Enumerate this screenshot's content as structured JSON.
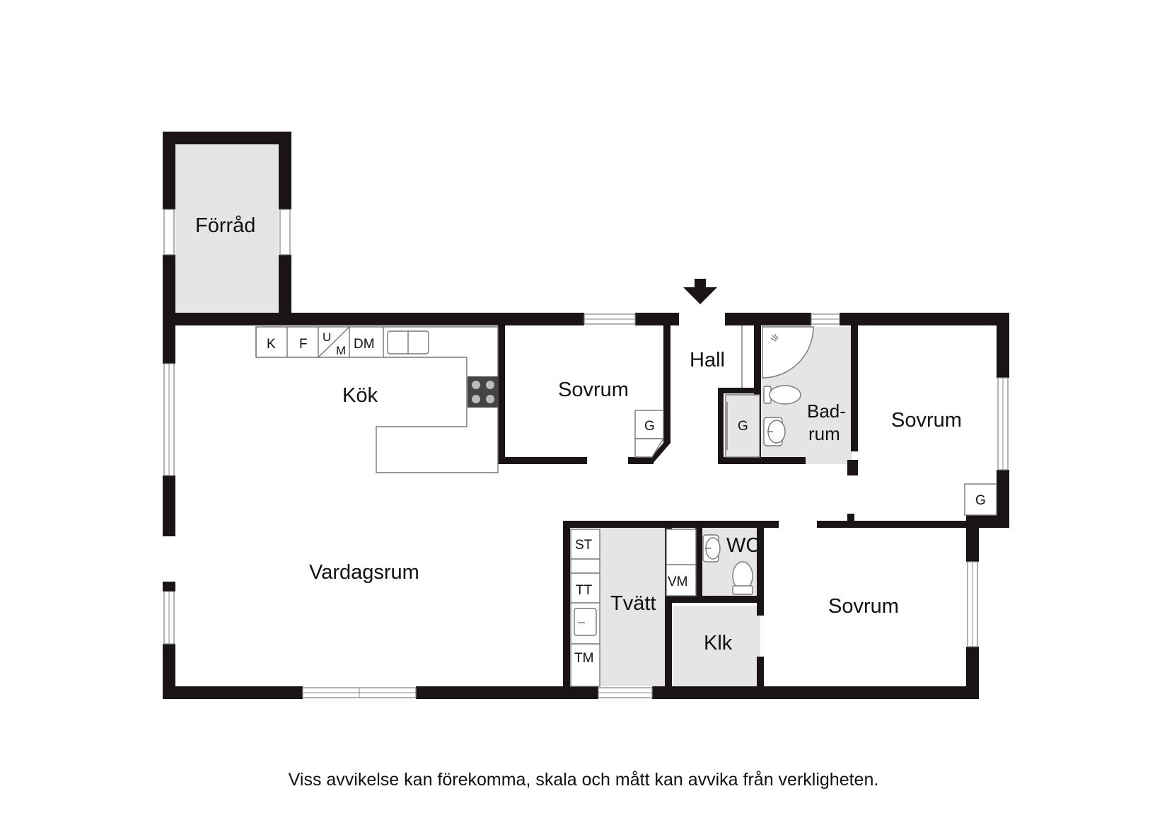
{
  "rooms": {
    "forrad": "Förråd",
    "kok": "Kök",
    "sovrum_1": "Sovrum",
    "hall": "Hall",
    "badrum_line1": "Bad-",
    "badrum_line2": "rum",
    "sovrum_2": "Sovrum",
    "vardagsrum": "Vardagsrum",
    "tvatt": "Tvätt",
    "wc": "WC",
    "klk": "Klk",
    "sovrum_3": "Sovrum"
  },
  "appliances": {
    "k": "K",
    "f": "F",
    "u": "U",
    "m": "M",
    "dm": "DM",
    "g_sovrum_1": "G",
    "g_hall": "G",
    "g_sovrum_2": "G",
    "st": "ST",
    "tt": "TT",
    "tm": "TM",
    "vm": "VM"
  },
  "disclaimer": "Viss avvikelse kan förekomma, skala och mått kan avvika från verkligheten.",
  "colors": {
    "wall": "#1a1414",
    "wet_room": "#e5e5e5",
    "background": "#ffffff"
  },
  "icons": [
    "entrance-arrow-icon",
    "stove-icon",
    "sink-icon",
    "shower-icon",
    "toilet-icon",
    "washbasin-icon"
  ]
}
